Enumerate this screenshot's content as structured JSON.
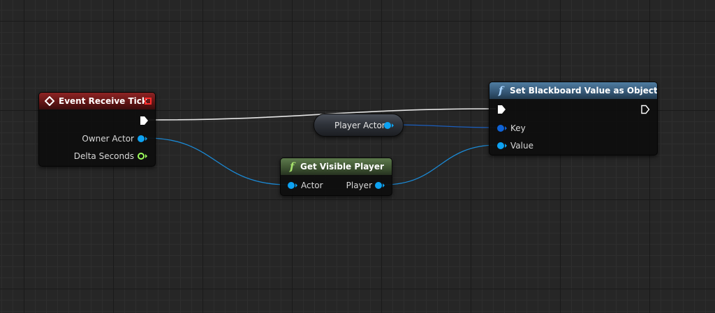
{
  "canvas": {
    "background": "#262626"
  },
  "nodes": {
    "event_tick": {
      "title": "Event Receive Tick",
      "header_color": "#7a1c1c",
      "outputs": {
        "owner_actor": "Owner Actor",
        "delta_seconds": "Delta Seconds"
      }
    },
    "player_actor": {
      "label": "Player Actor"
    },
    "get_visible_player": {
      "glyph": "f",
      "title": "Get Visible Player",
      "header_color": "#4a6440",
      "inputs": {
        "actor": "Actor"
      },
      "outputs": {
        "player": "Player"
      }
    },
    "set_blackboard": {
      "glyph": "f",
      "title": "Set Blackboard Value as Object",
      "header_color": "#3e6a8f",
      "inputs": {
        "key": "Key",
        "value": "Value"
      }
    }
  },
  "pin_colors": {
    "exec": "#ffffff",
    "object": "#0da2f2",
    "float": "#9dff5c",
    "struct": "#0f63d6"
  },
  "wire_colors": {
    "exec": "#e5e5e5",
    "object": "#1b8ad6"
  }
}
